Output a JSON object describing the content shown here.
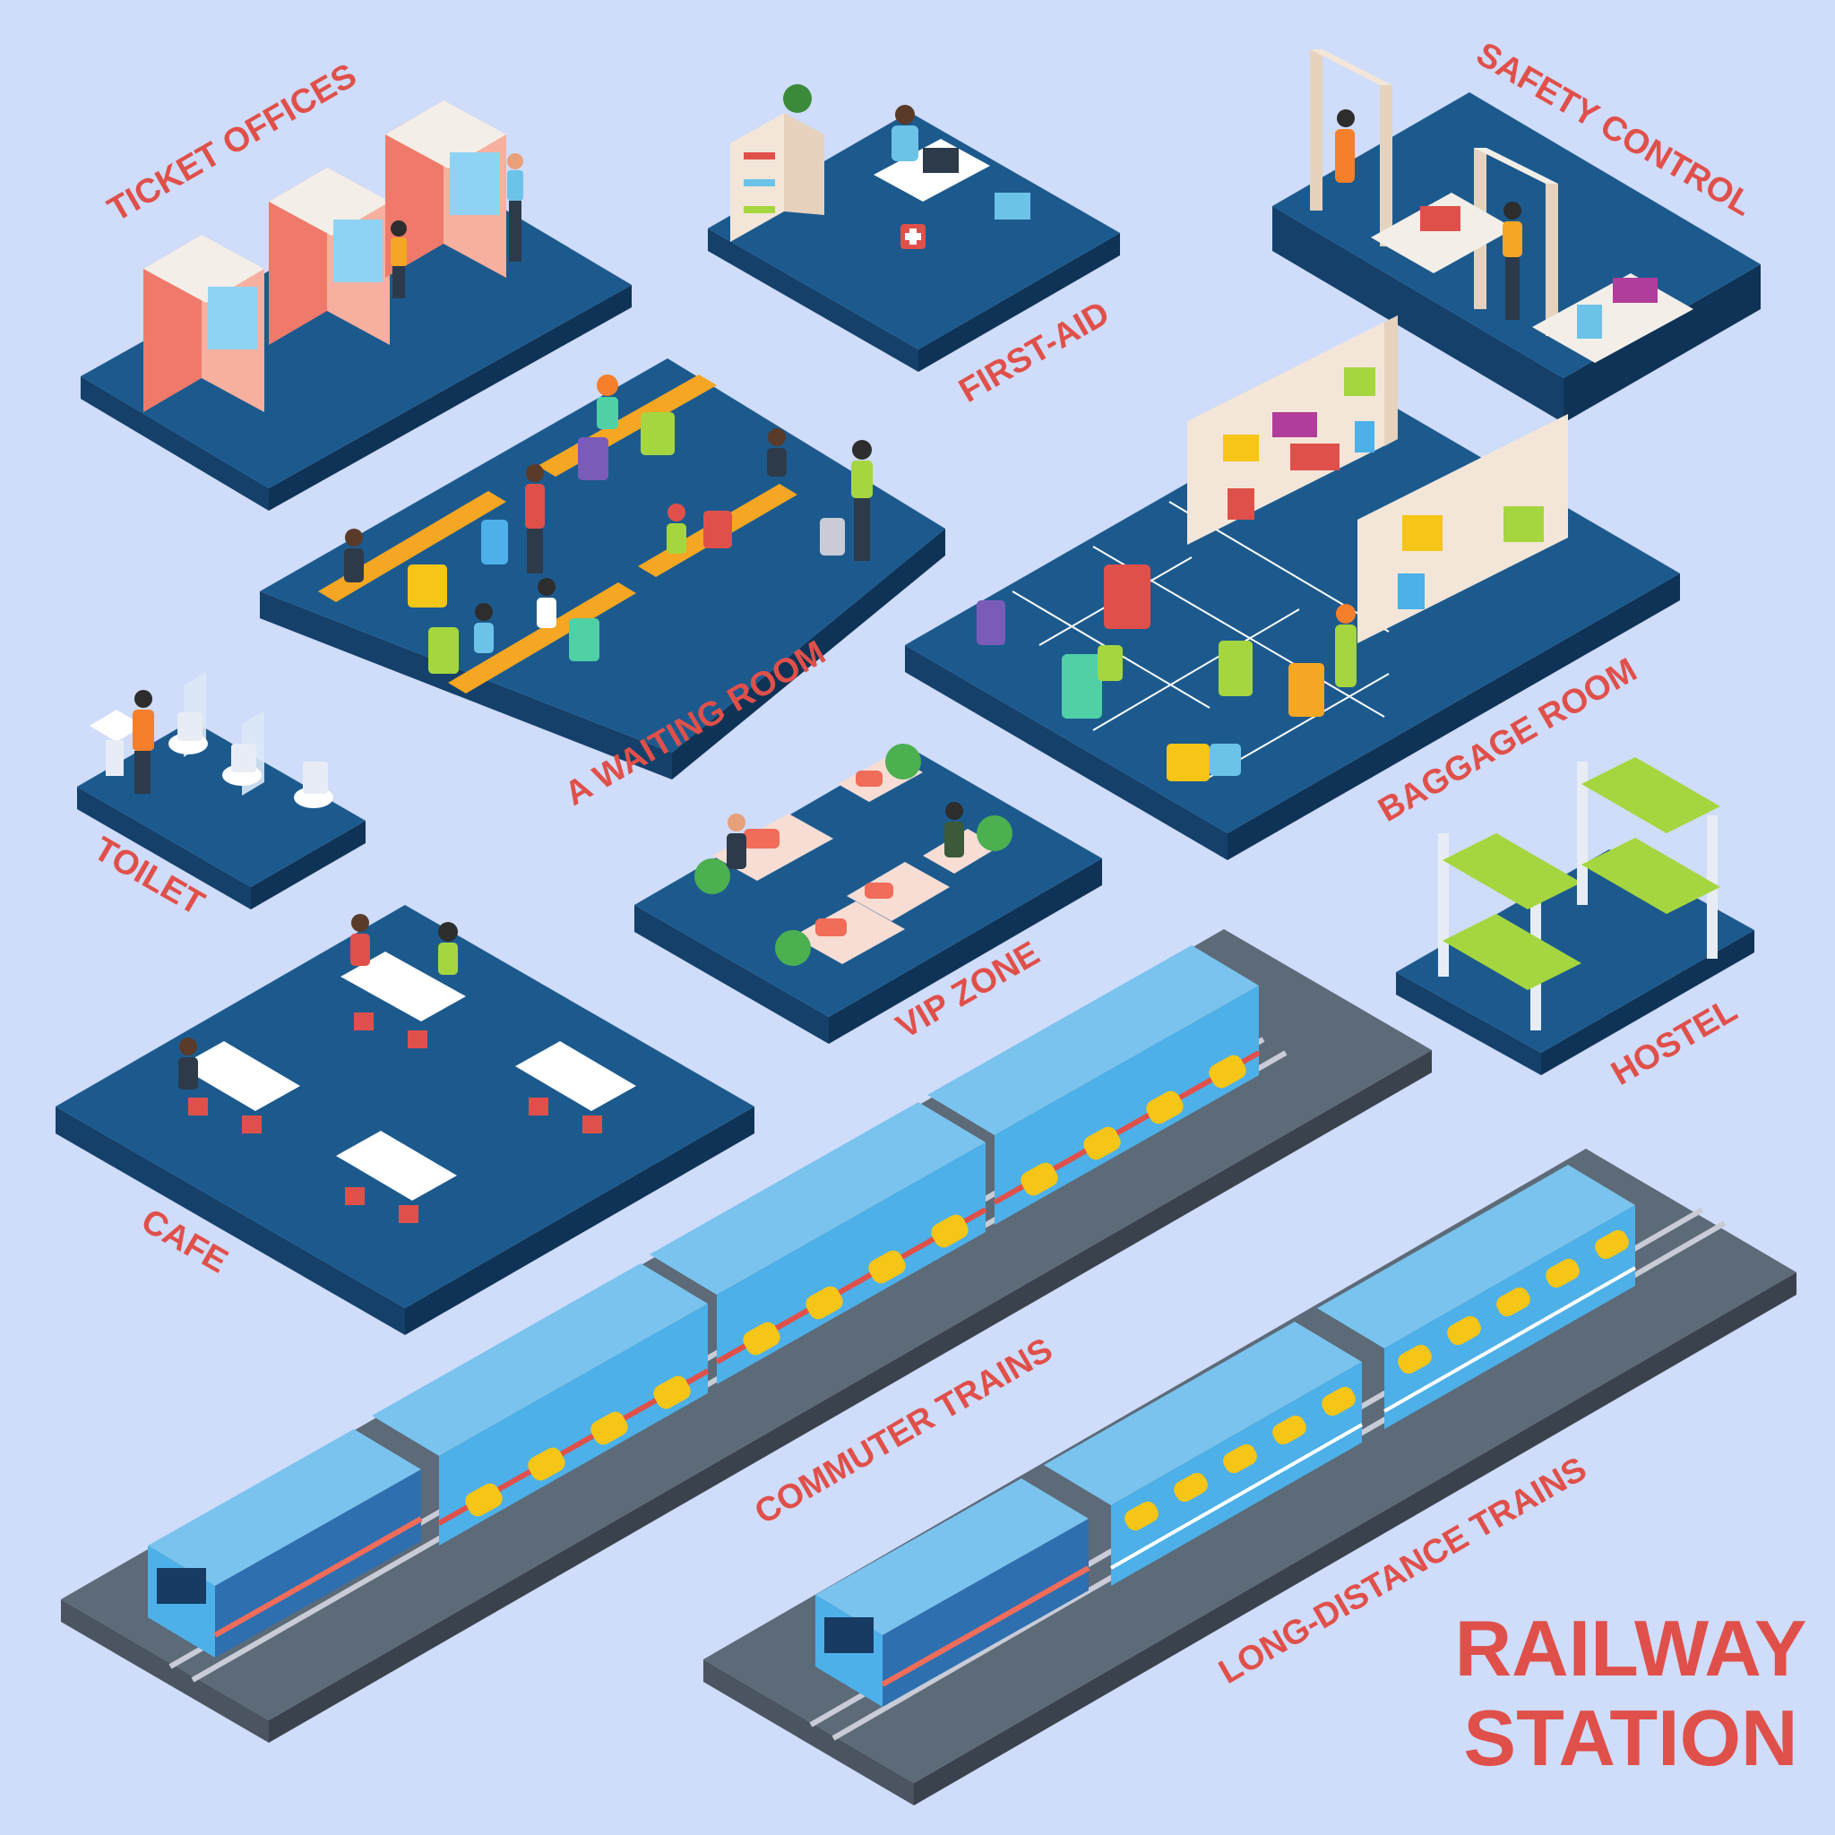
{
  "labels": {
    "ticket_offices": "TICKET OFFICES",
    "first_aid": "FIRST-AID",
    "safety_control": "SAFETY CONTROL",
    "waiting_room": "A WAITING ROOM",
    "baggage_room": "BAGGAGE ROOM",
    "toilet": "TOILET",
    "vip_zone": "VIP ZONE",
    "hostel": "HOSTEL",
    "cafe": "CAFE",
    "commuter_trains": "COMMUTER TRAINS",
    "long_distance_trains": "LONG-DISTANCE TRAINS"
  },
  "title": {
    "line1": "RAILWAY",
    "line2": "STATION"
  },
  "colors": {
    "background": "#cfdcfa",
    "platform_top": "#1c5a8e",
    "platform_side_left": "#14406a",
    "platform_side_right": "#0f3356",
    "track_top": "#5d6a78",
    "track_side": "#3e4751",
    "label": "#e0504a",
    "train_body": "#4db0e8",
    "train_window": "#f5c518",
    "seat": "#f5a623",
    "bed": "#a5d63f"
  }
}
